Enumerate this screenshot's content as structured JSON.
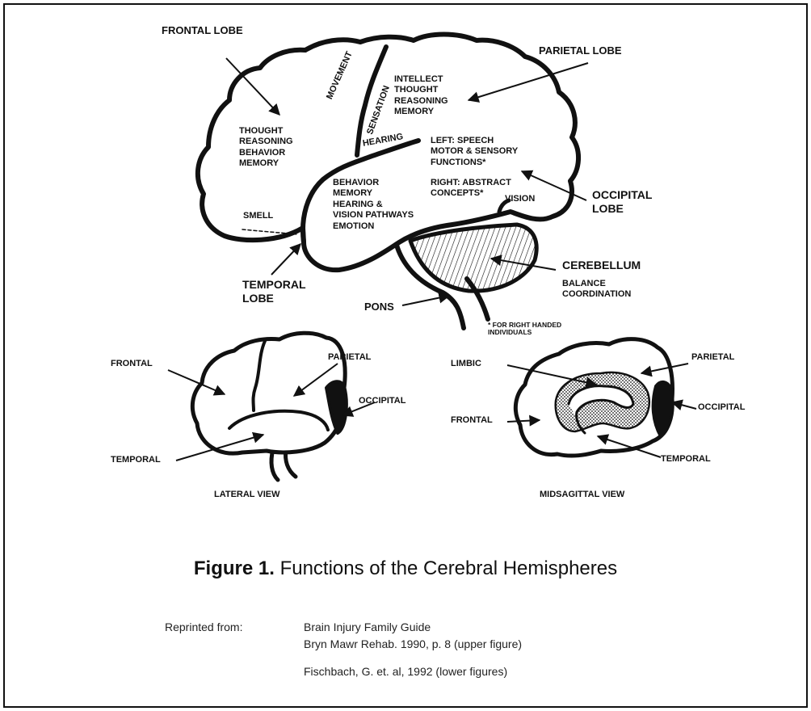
{
  "upper": {
    "frontal_lobe": "FRONTAL LOBE",
    "parietal_lobe": "PARIETAL LOBE",
    "occipital_lobe": "OCCIPITAL\nLOBE",
    "temporal_lobe": "TEMPORAL\nLOBE",
    "cerebellum": "CEREBELLUM",
    "cerebellum_functions": "BALANCE\nCOORDINATION",
    "pons": "PONS",
    "frontal_functions": "THOUGHT\nREASONING\nBEHAVIOR\nMEMORY",
    "parietal_functions": "INTELLECT\nTHOUGHT\nREASONING\nMEMORY",
    "movement": "MOVEMENT",
    "sensation": "SENSATION",
    "hearing": "HEARING",
    "left_hemisphere": "LEFT: SPEECH\nMOTOR & SENSORY\nFUNCTIONS*",
    "right_hemisphere": "RIGHT: ABSTRACT\nCONCEPTS*",
    "vision": "VISION",
    "smell": "SMELL",
    "temporal_functions": "BEHAVIOR\nMEMORY\nHEARING &\nVISION PATHWAYS\nEMOTION",
    "footnote": "* FOR RIGHT HANDED\nINDIVIDUALS"
  },
  "lateral": {
    "frontal": "FRONTAL",
    "parietal": "PARIETAL",
    "occipital": "OCCIPITAL",
    "temporal": "TEMPORAL",
    "title": "LATERAL VIEW"
  },
  "midsagittal": {
    "limbic": "LIMBIC",
    "parietal": "PARIETAL",
    "occipital": "OCCIPITAL",
    "frontal": "FRONTAL",
    "temporal": "TEMPORAL",
    "title": "MIDSAGITTAL VIEW"
  },
  "caption": {
    "label": "Figure 1.",
    "text": " Functions of the Cerebral Hemispheres"
  },
  "credits": {
    "reprinted_label": "Reprinted from:",
    "source1_line1": "Brain Injury Family Guide",
    "source1_line2": "Bryn Mawr Rehab. 1990, p. 8 (upper figure)",
    "source2": "Fischbach, G. et. al, 1992 (lower figures)"
  }
}
